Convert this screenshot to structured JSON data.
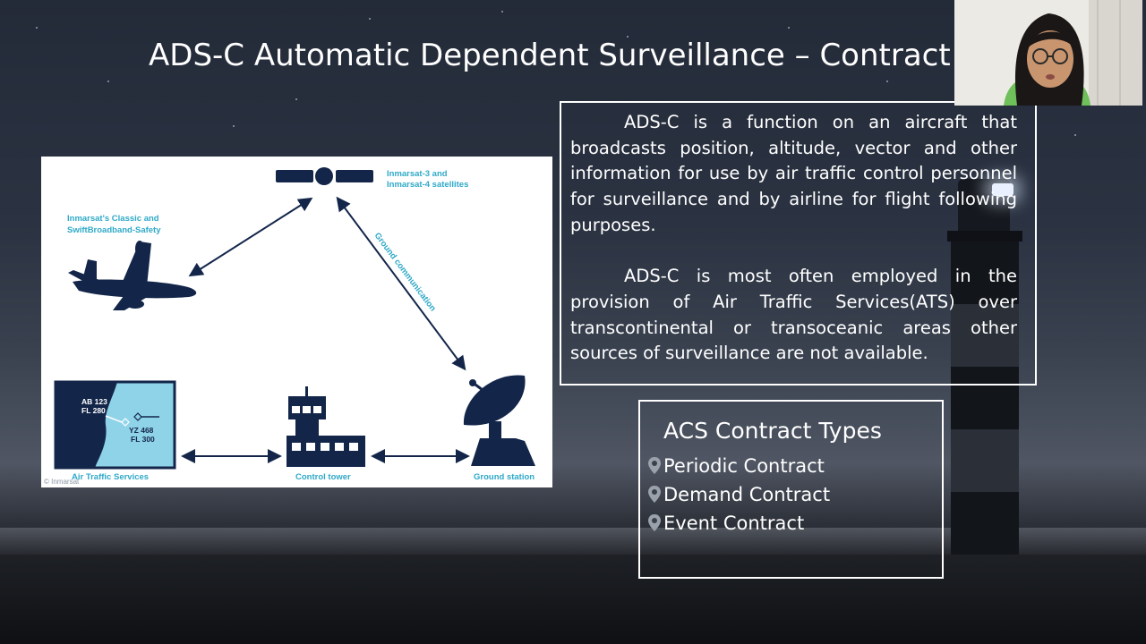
{
  "slide": {
    "title": "ADS-C  Automatic Dependent Surveillance – Contract",
    "description": {
      "paragraphs": [
        "ADS-C is a function on an aircraft that broadcasts position, altitude, vector and other information for use by air traffic control personnel for surveillance and by airline for flight following purposes.",
        "ADS-C is most often employed in the provision of Air Traffic Services(ATS) over transcontinental or transoceanic  areas other sources of surveillance are not available."
      ]
    },
    "contract_types": {
      "title": "ACS Contract Types",
      "items": [
        "Periodic Contract",
        "Demand Contract",
        "Event Contract"
      ],
      "bullet_icon": "map-pin-icon"
    }
  },
  "diagram": {
    "satellite_label_1": "Inmarsat-3 and",
    "satellite_label_2": "Inmarsat-4 satellites",
    "aircraft_label_1": "Inmarsat's Classic and",
    "aircraft_label_2": "SwiftBroadband-Safety",
    "ground_link_label": "Ground communication",
    "map_label_1": "AB 123",
    "map_label_2": "FL 280",
    "map_label_3": "YZ 468",
    "map_label_4": "FL 300",
    "ats_label": "Air Traffic Services",
    "tower_label": "Control tower",
    "station_label": "Ground station",
    "credit": "© Inmarsat",
    "colors": {
      "navy": "#13264a",
      "cyan": "#2fa9c8",
      "light_blue": "#8fd3e8"
    }
  }
}
